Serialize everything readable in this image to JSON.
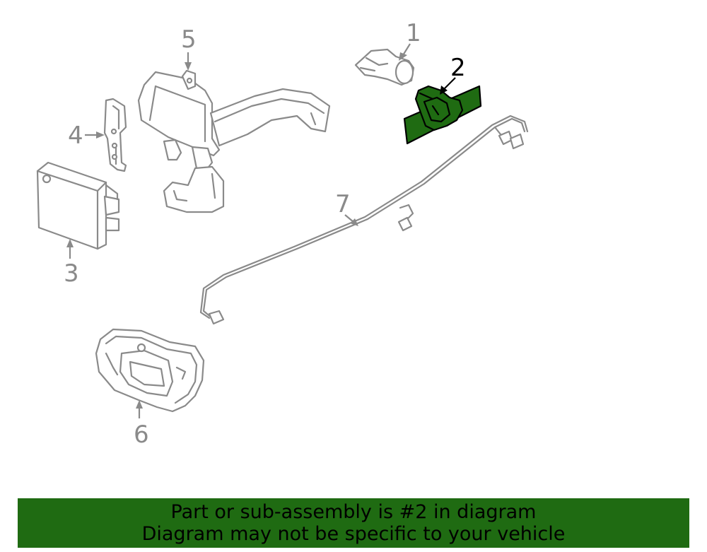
{
  "colors": {
    "highlight": "#1f6b12",
    "banner": "#1f6b12",
    "line": "#8a8a8a"
  },
  "callouts": {
    "c1": "1",
    "c2": "2",
    "c3": "3",
    "c4": "4",
    "c5": "5",
    "c6": "6",
    "c7": "7"
  },
  "banner": {
    "line1": "Part or sub-assembly is #2 in diagram",
    "line2": "Diagram may not be specific to your vehicle"
  }
}
